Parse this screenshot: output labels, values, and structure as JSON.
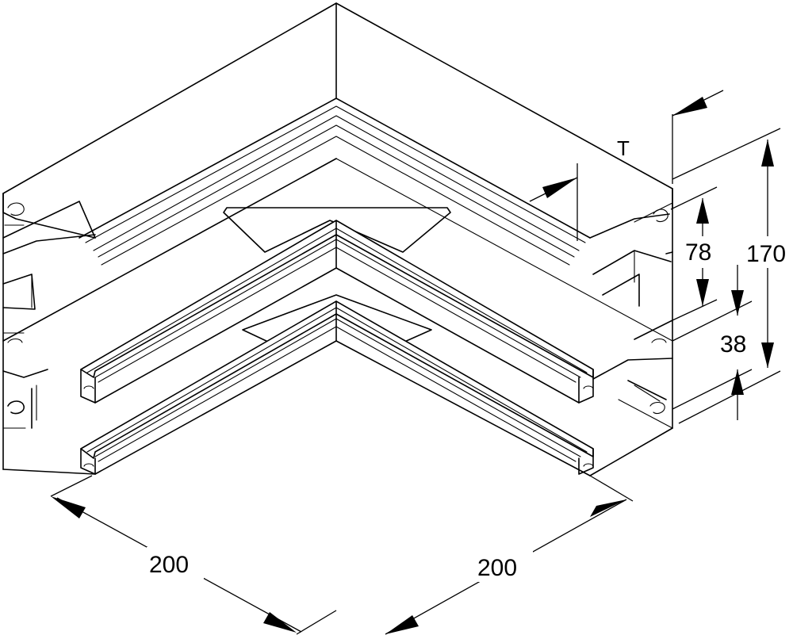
{
  "dimensions": {
    "leg_left": "200",
    "leg_right": "200",
    "total_height": "170",
    "upper_channel": "78",
    "lower_channel": "38",
    "wall_thickness": "T"
  }
}
